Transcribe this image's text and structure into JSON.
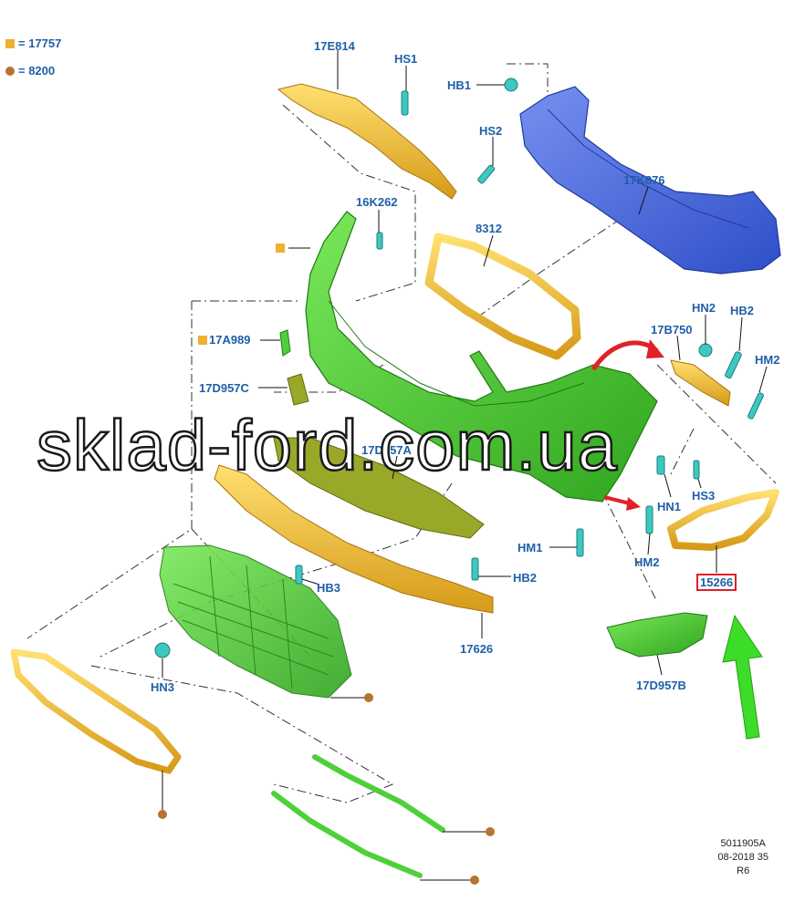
{
  "legend": {
    "square_label": "= 17757",
    "dot_label": "= 8200",
    "square_color": "#f0b030",
    "dot_color": "#b8732e"
  },
  "labels": {
    "p17E814": "17E814",
    "hs1": "HS1",
    "hb1": "HB1",
    "hs2": "HS2",
    "p17K876": "17K876",
    "p16K262": "16K262",
    "p8312": "8312",
    "p17A989": "17A989",
    "hn2": "HN2",
    "hb2a": "HB2",
    "p17B750": "17B750",
    "hm2a": "HM2",
    "p17D957C": "17D957C",
    "p17D957A": "17D957A",
    "hn1": "HN1",
    "hs3": "HS3",
    "hm1": "HM1",
    "hm2b": "HM2",
    "hb2b": "HB2",
    "hb3": "HB3",
    "p15266": "15266",
    "p17626": "17626",
    "hn3": "HN3",
    "p17D957B": "17D957B"
  },
  "reference": {
    "line1": "5011905A",
    "line2": "08-2018 35",
    "line3": "R6"
  },
  "watermark": "sklad-ford.com.ua",
  "colors": {
    "label_blue": "#1f5fa8",
    "bumper_green": "#4fd03a",
    "part_yellow": "#f2c230",
    "part_orange": "#e8a92a",
    "beam_blue": "#4a6fe0",
    "fastener_cyan": "#3fc7c2",
    "highlight_red": "#e0202a",
    "arrow_green": "#3cdc28",
    "arrow_red": "#e0202a"
  }
}
